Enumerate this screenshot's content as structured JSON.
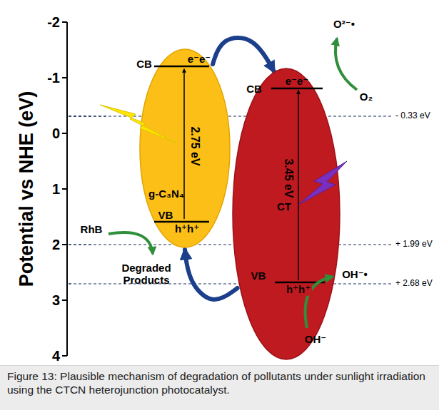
{
  "diagram": {
    "caption": "Figure 13: Plausible mechanism of degradation of pollutants under sunlight irradiation using the CTCN heterojunction photocatalyst.",
    "nodes": [
      {
        "text": [
          "CB",
          "e⁻e⁻",
          "2.75 eV",
          "g-C₃N₄",
          "VB",
          "h⁺h⁺"
        ]
      },
      {
        "text": [
          "CB",
          "e⁻e⁻",
          "3.45 eV",
          "CT",
          "VB",
          "h⁺h⁺"
        ]
      }
    ],
    "edges": [
      {
        "from": 0,
        "to": 1,
        "arrow": "to"
      },
      {
        "from": 1,
        "to": 0,
        "arrow": "to"
      }
    ],
    "labels": [
      "Potential vs NHE (eV)",
      "-2",
      "-1",
      "0",
      "1",
      "2",
      "3",
      "4",
      "- 0.33 eV",
      "+ 1.99 eV",
      "+ 2.68 eV",
      "O²⁻•",
      "O₂",
      "OH⁻•",
      "OH⁻",
      "RhB",
      "Degraded Products"
    ]
  }
}
